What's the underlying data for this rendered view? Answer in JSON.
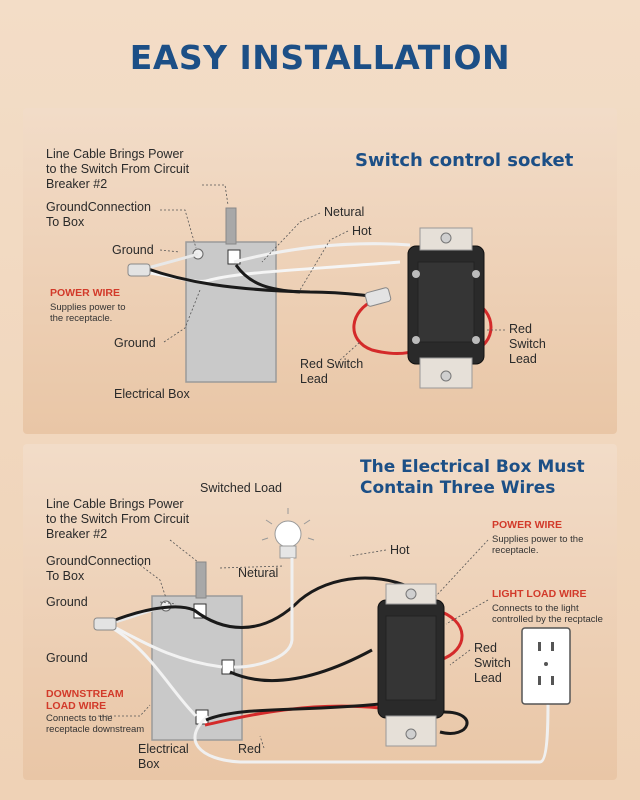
{
  "title": "EASY INSTALLATION",
  "top": {
    "heading": "Switch control socket",
    "line_cable": [
      "Line Cable Brings Power",
      "to the Switch From Circuit",
      "Breaker #2"
    ],
    "ground_connection": [
      "GroundConnection",
      "To Box"
    ],
    "ground_1": "Ground",
    "power_wire_title": "POWER WIRE",
    "power_wire_desc": [
      "Supplies power to",
      "the receptacle."
    ],
    "ground_2": "Ground",
    "electrical_box": "Electrical Box",
    "neutral": "Netural",
    "hot": "Hot",
    "red_switch_lead": [
      "Red Switch",
      "Lead"
    ],
    "red_switch_lead_right": [
      "Red",
      "Switch",
      "Lead"
    ]
  },
  "bottom": {
    "heading": [
      "The Electrical Box Must",
      "Contain Three Wires"
    ],
    "switched_load": "Switched Load",
    "line_cable": [
      "Line Cable Brings Power",
      "to the Switch From Circuit",
      "Breaker #2"
    ],
    "ground_connection": [
      "GroundConnection",
      "To Box"
    ],
    "ground_1": "Ground",
    "ground_2": "Ground",
    "neutral": "Netural",
    "hot": "Hot",
    "power_wire_title": "POWER WIRE",
    "power_wire_desc": [
      "Supplies power to the",
      "receptacle."
    ],
    "light_load_title": "LIGHT LOAD WIRE",
    "light_load_desc": [
      "Connects to the light",
      "controlled by the recptacle"
    ],
    "red_switch_lead": [
      "Red",
      "Switch",
      "Lead"
    ],
    "downstream_title": [
      "DOWNSTREAM",
      "LOAD WIRE"
    ],
    "downstream_desc": [
      "Connects to the",
      "receptacle downstream"
    ],
    "electrical_box": [
      "Electrical",
      "Box"
    ],
    "red": "Red"
  }
}
